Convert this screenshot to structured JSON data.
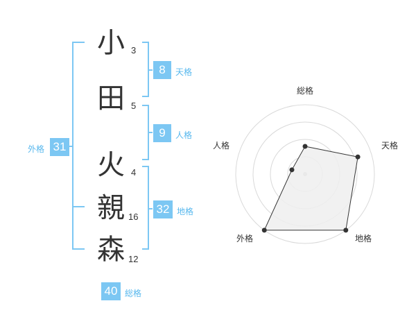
{
  "name_chars": [
    {
      "char": "小",
      "strokes": "3"
    },
    {
      "char": "田",
      "strokes": "5"
    },
    {
      "char": "火",
      "strokes": "4"
    },
    {
      "char": "親",
      "strokes": "16"
    },
    {
      "char": "森",
      "strokes": "12"
    }
  ],
  "fortunes": {
    "tenkaku": {
      "value": "8",
      "label": "天格"
    },
    "jinkaku": {
      "value": "9",
      "label": "人格"
    },
    "chikaku": {
      "value": "32",
      "label": "地格"
    },
    "gaikaku": {
      "value": "31",
      "label": "外格"
    },
    "soukaku": {
      "value": "40",
      "label": "総格"
    }
  },
  "colors": {
    "bracket": "#7cc7f3",
    "badge_bg": "#7cc7f3",
    "badge_label": "#58b8ee",
    "radar_fill": "#eeeeee",
    "radar_line": "#333333"
  },
  "chart_data": {
    "type": "radar",
    "axes": [
      "総格",
      "天格",
      "地格",
      "外格",
      "人格"
    ],
    "values": [
      2,
      4,
      5,
      5,
      1
    ],
    "rmax": 5,
    "rings": 4
  }
}
